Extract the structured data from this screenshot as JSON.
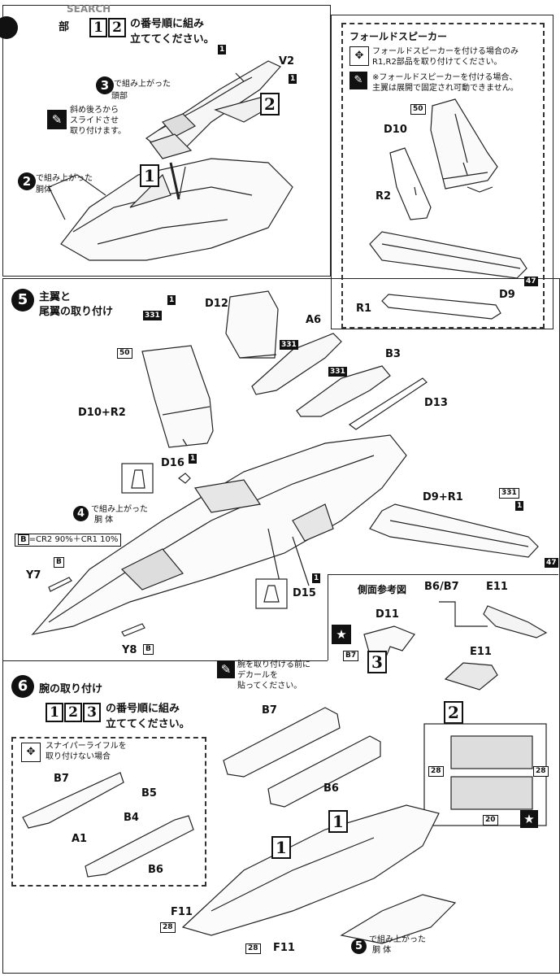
{
  "watermark": "SEARCH",
  "s4": {
    "head_suffix": "部",
    "order_nums": [
      "1",
      "2"
    ],
    "order_text1": "の番号順に組み",
    "order_text2": "立ててください。",
    "part_v2": "V2",
    "ref3_l1": "で組み上がった",
    "ref3_l2": "頭部",
    "note_l1": "斜め後ろから",
    "note_l2": "スライドさせ",
    "note_l3": "取り付けます。",
    "ref2_l1": "で組み上がった",
    "ref2_l2": "胴体",
    "step_num_a": "3",
    "step_num_b": "2",
    "small_one": "1",
    "big_one": "1",
    "big_two": "2"
  },
  "fold": {
    "title": "フォールドスピーカー",
    "note1_l1": "フォールドスピーカーを付ける場合のみ",
    "note1_l2": "R1,R2部品を取り付けてください。",
    "note2_l1": "※フォールドスピーカーを付ける場合、",
    "note2_l2": "主翼は展開で固定され可動できません。",
    "tag50": "50",
    "tag47": "47",
    "d10": "D10",
    "r2": "R2",
    "d9": "D9",
    "r1": "R1"
  },
  "s5": {
    "step": "5",
    "title_l1": "主翼と",
    "title_l2": "尾翼の取り付け",
    "tag331": "331",
    "tag50": "50",
    "tag47": "47",
    "one": "1",
    "d12": "D12",
    "a6": "A6",
    "b3": "B3",
    "d13": "D13",
    "d10r2": "D10+R2",
    "d16": "D16",
    "ref4": "4",
    "ref4_l1": "で組み上がった",
    "ref4_l2": "胴 体",
    "color_b": "B",
    "color_formula": "=CR2 90%＋CR1 10%",
    "y7": "Y7",
    "y8": "Y8",
    "d15": "D15",
    "d9r1": "D9+R1"
  },
  "side": {
    "title": "側面参考図",
    "b6b7": "B6/B7",
    "e11": "E11",
    "d11": "D11",
    "tag_b7": "B7",
    "e11b": "E11",
    "big_three": "3",
    "big_two": "2",
    "tag28a": "28",
    "tag28b": "28",
    "tag20": "20"
  },
  "s6": {
    "step": "6",
    "title": "腕の取り付け",
    "order_nums": [
      "1",
      "2",
      "3"
    ],
    "order_text1": "の番号順に組み",
    "order_text2": "立ててください。",
    "decal_l1": "腕を取り付ける前に",
    "decal_l2": "デカールを",
    "decal_l3": "貼ってください。",
    "sniper_l1": "スナイパーライフルを",
    "sniper_l2": "取り付けない場合",
    "b7": "B7",
    "b5": "B5",
    "b4": "B4",
    "a1": "A1",
    "b6": "B6",
    "b7_main": "B7",
    "b6_main": "B6",
    "f11a": "F11",
    "f11b": "F11",
    "tag28a": "28",
    "tag28b": "28",
    "big_one_a": "1",
    "big_one_b": "1",
    "ref5": "5",
    "ref5_l1": "で組み上がった",
    "ref5_l2": "胴 体"
  }
}
